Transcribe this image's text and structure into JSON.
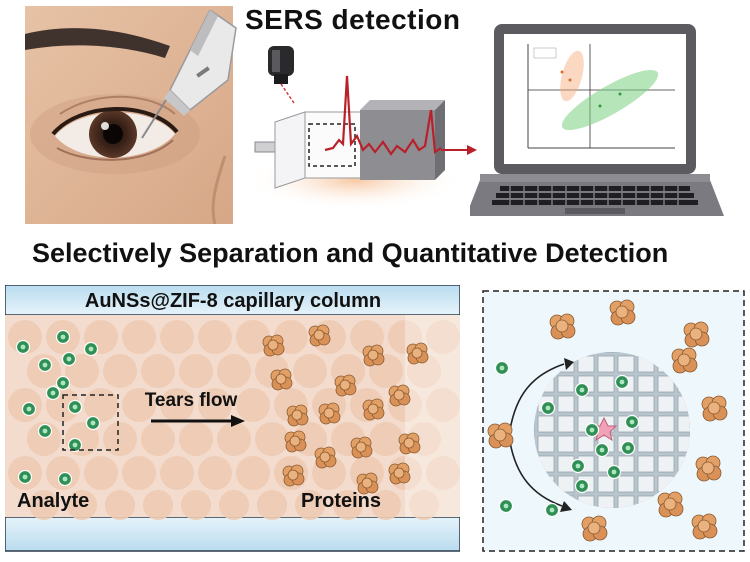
{
  "top": {
    "title": "SERS detection"
  },
  "middle": {
    "title": "Selectively Separation and Quantitative Detection"
  },
  "column": {
    "label": "AuNSs@ZIF-8 capillary column",
    "flow_label": "Tears flow",
    "analyte_label": "Analyte",
    "proteins_label": "Proteins"
  },
  "colors": {
    "molecule_green": "#3a9a5c",
    "protein_orange": "#d9945a",
    "spectrum_red": "#b8202a",
    "column_bg": "#f2d7c4",
    "column_wall": "#cfe6f3"
  },
  "icons": [
    "eye-photo",
    "tear-sampler",
    "laser-icon",
    "sers-chip",
    "laptop-icon",
    "zif-framework",
    "protein-molecule",
    "analyte-molecule"
  ]
}
